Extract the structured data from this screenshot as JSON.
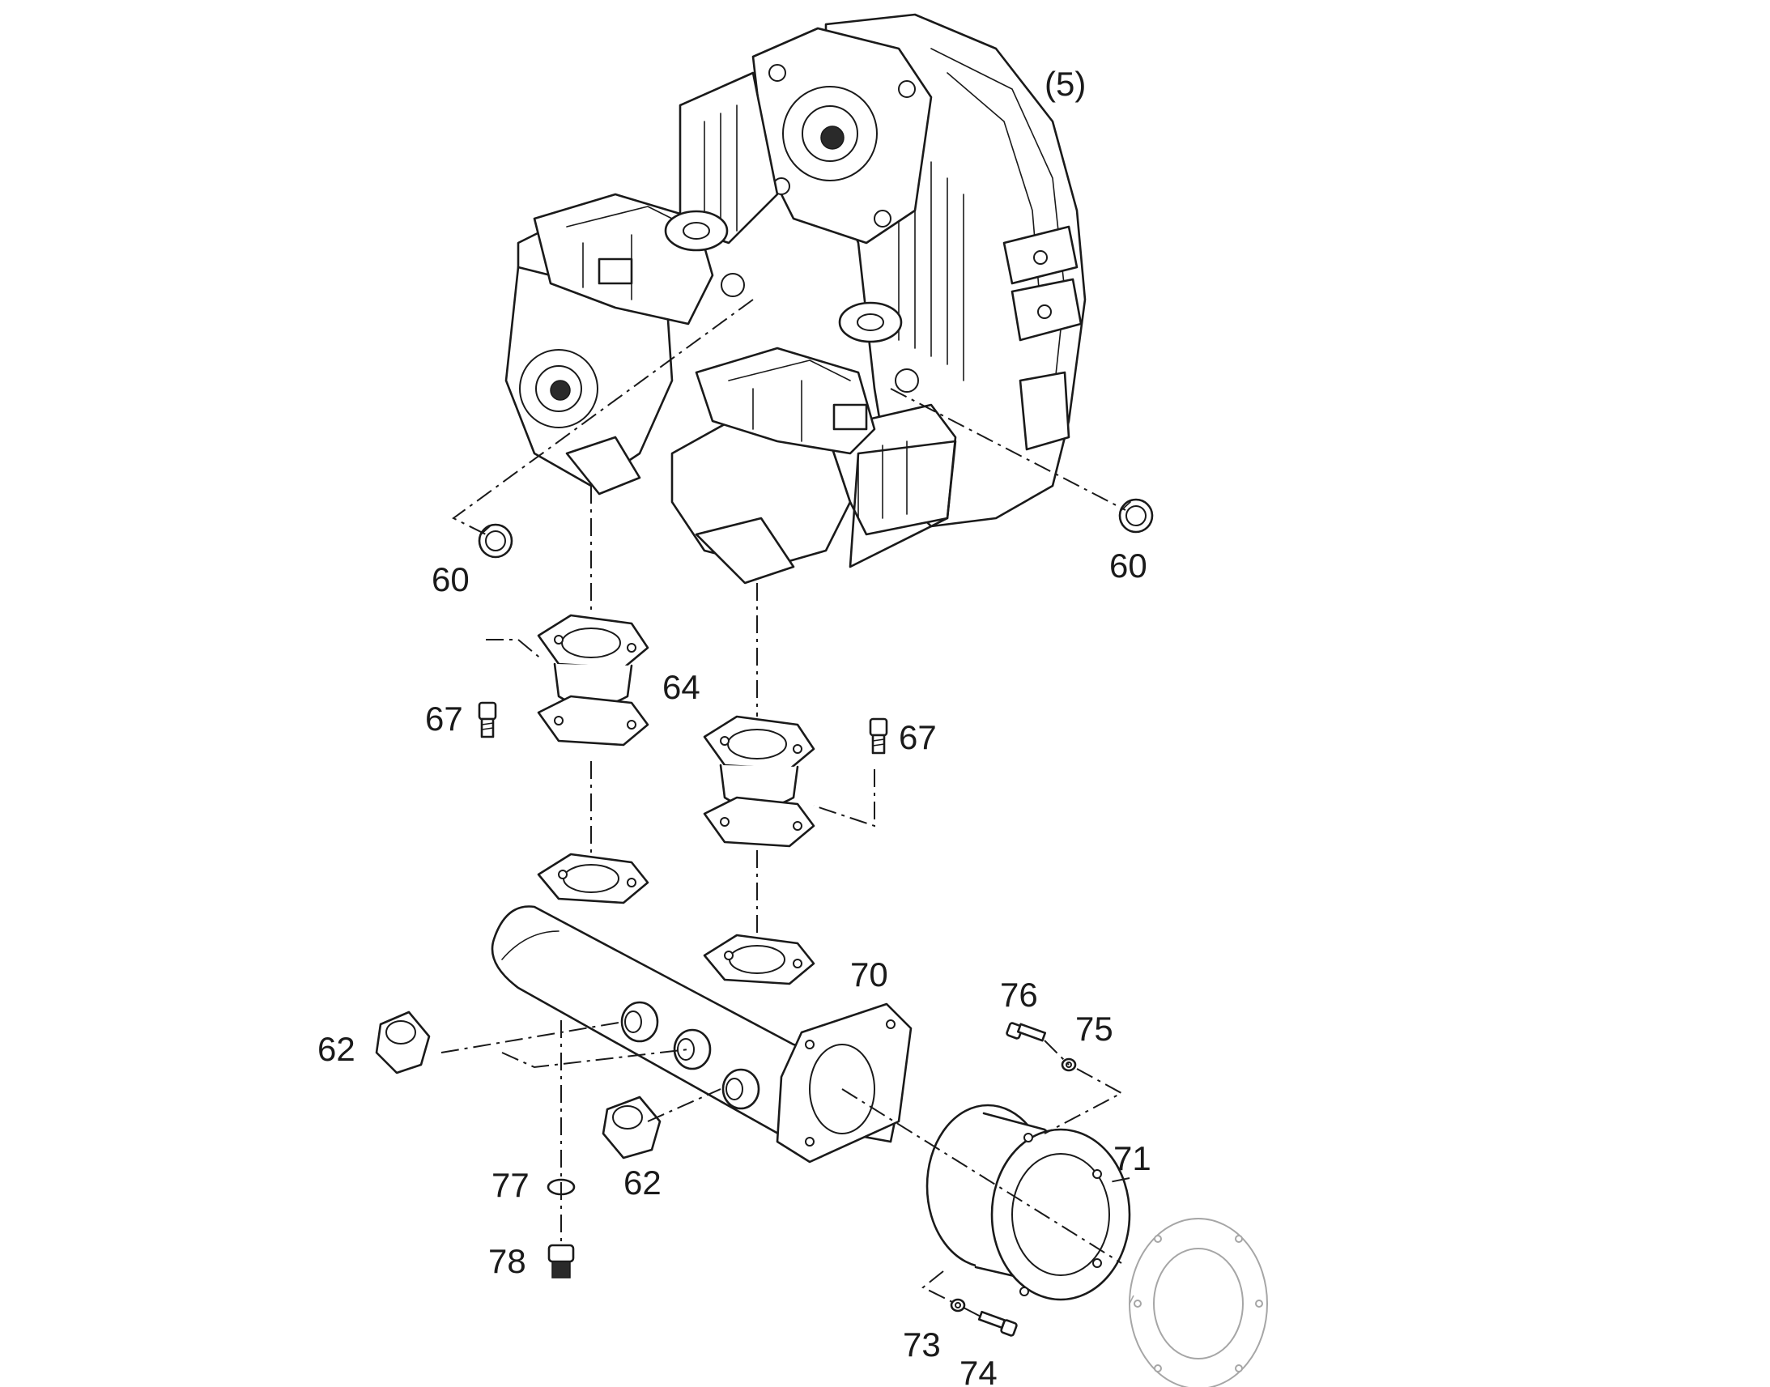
{
  "callouts": {
    "assembly_ref": "(5)",
    "plug_left": "60",
    "plug_right": "60",
    "flange_left": "64",
    "screw_left": "67",
    "screw_right": "67",
    "manifold": "70",
    "fitting_upper": "62",
    "fitting_lower": "62",
    "hose_pipe": "71",
    "washer_upper": "75",
    "bolt_upper": "76",
    "washer_lower": "73",
    "bolt_lower": "74",
    "o_ring": "77",
    "drain_plug": "78"
  },
  "colors": {
    "line": "#1a1a1a",
    "ghost_line": "#a6a6a6",
    "background": "#ffffff"
  }
}
